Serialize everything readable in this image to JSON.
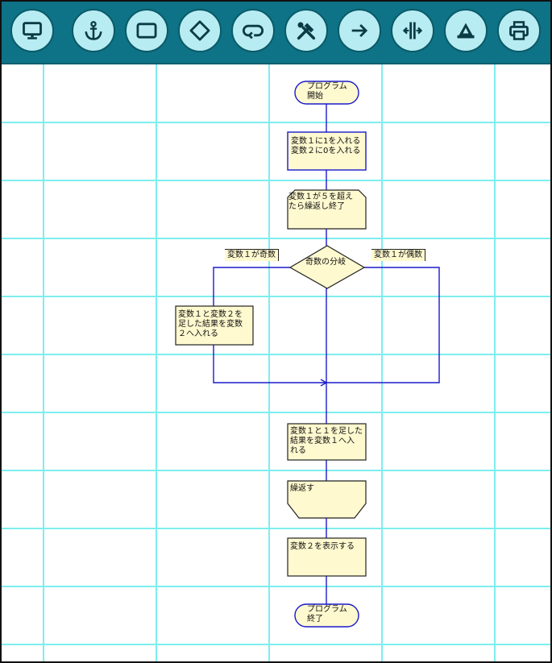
{
  "toolbar": {
    "tools": [
      {
        "name": "monitor-icon"
      },
      {
        "name": "anchor-icon"
      },
      {
        "name": "rectangle-icon"
      },
      {
        "name": "diamond-icon"
      },
      {
        "name": "loop-arrow-icon"
      },
      {
        "name": "tools-icon"
      },
      {
        "name": "arrow-right-icon"
      },
      {
        "name": "split-icon"
      },
      {
        "name": "a-logo-icon"
      },
      {
        "name": "printer-icon"
      }
    ]
  },
  "flowchart": {
    "start": "プログラム\n開始",
    "init": "変数１に1を入れる\n変数２に0を入れる",
    "loop_start": "変数１が５を超え\nたら繰返し終了",
    "decision": "奇数の分岐",
    "branch_odd": "変数１が奇数",
    "branch_even": "変数１が偶数",
    "add_process": "変数１と変数２を\n足した結果を変数\n２へ入れる",
    "increment": "変数１と１を足した\n結果を変数１へ入\nれる",
    "loop_end": "繰返す",
    "display": "変数２を表示する",
    "end": "プログラム\n終了"
  },
  "colors": {
    "toolbar_bg": "#0e7386",
    "tool_button": "#b8ecf3",
    "grid": "#7deef0",
    "shape_fill": "#fff9cf",
    "connector": "#1a1acc"
  }
}
